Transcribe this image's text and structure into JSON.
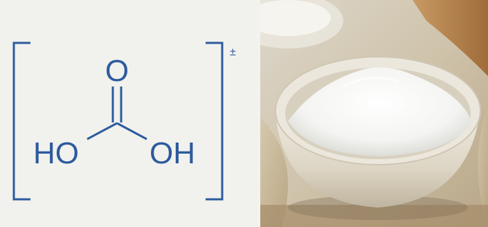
{
  "formula": {
    "top_atom": "O",
    "left_group": "HO",
    "right_group": "OH",
    "charge_mark": "±"
  },
  "colors": {
    "structure_blue": "#2c5a9e",
    "paper_background": "#f1f1ed",
    "powder_white": "#f7f7f5",
    "bowl_ceramic": "#e6e0d3",
    "cloth_beige": "#c9b89a",
    "wood_tone": "#b5814a"
  },
  "photo": {
    "subject_icon": "bowl-of-white-powder-photo"
  }
}
